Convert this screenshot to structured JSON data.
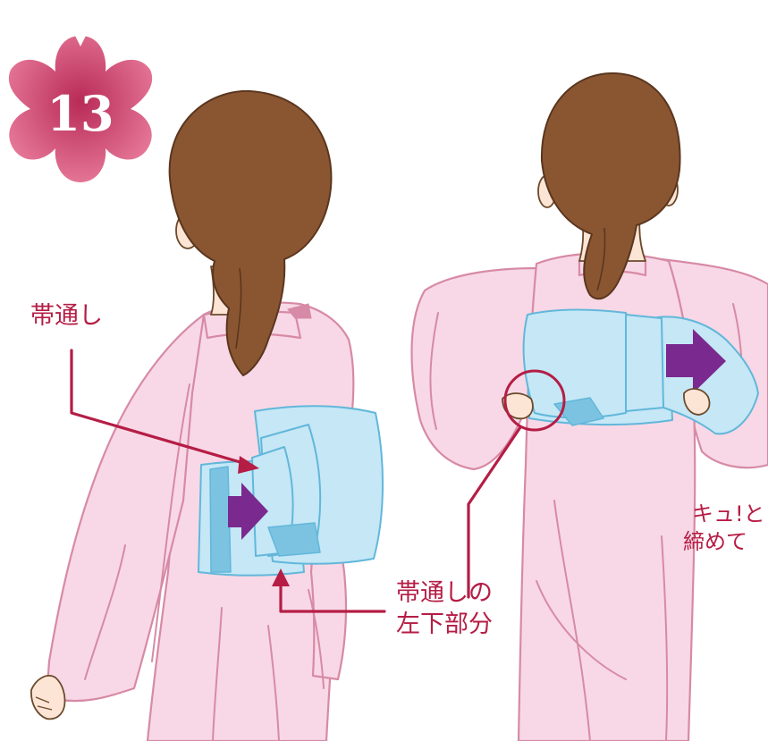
{
  "step": {
    "number": "13",
    "badge_colors": {
      "light": "#e87b9b",
      "dark": "#b82b57"
    }
  },
  "callouts": {
    "obi_loop": "帯通し",
    "lower_left_line1": "帯通しの",
    "lower_left_line2": "左下部分",
    "tighten_line1": "キュ!と",
    "tighten_line2": "締めて"
  },
  "colors": {
    "kimono": "#f8d8e6",
    "kimono_outline": "#d78aa5",
    "obi": "#c5e7f6",
    "obi_outline": "#62b7da",
    "hair": "#8a5632",
    "skin": "#fde5d6",
    "pointer": "#b51d45",
    "direction_arrow": "#7a2a8e"
  },
  "icons": {
    "step_badge": "sakura-flower-icon",
    "direction_arrow": "right-arrow-icon"
  }
}
